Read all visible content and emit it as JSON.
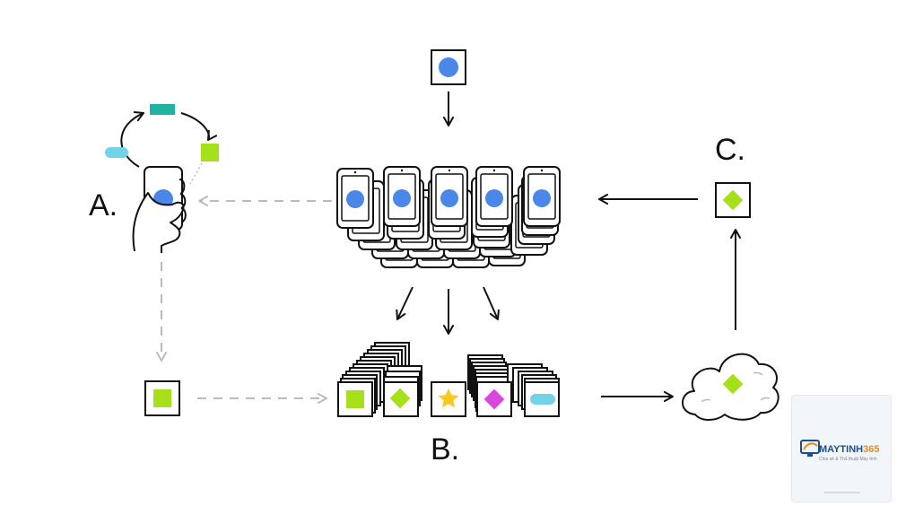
{
  "labels": {
    "a": "A.",
    "b": "B.",
    "c": "C."
  },
  "watermark": {
    "brand_main": "MAYTINH",
    "brand_accent": "365",
    "tagline": "Chia sẻ & Thủ thuật Máy tính"
  },
  "colors": {
    "blue": "#4a87e8",
    "lime": "#a6e01a",
    "teal": "#1fb3a0",
    "cyan": "#72d3e8",
    "magenta": "#d946e0",
    "yellow": "#f9c824",
    "stroke": "#111111",
    "dashed": "#bbbbbb"
  },
  "icons": [
    "cycle-arrows-icon",
    "hand-holding-phone-icon",
    "phone-stack-icon",
    "card-stack-icon",
    "cloud-icon",
    "arrow-icon"
  ]
}
